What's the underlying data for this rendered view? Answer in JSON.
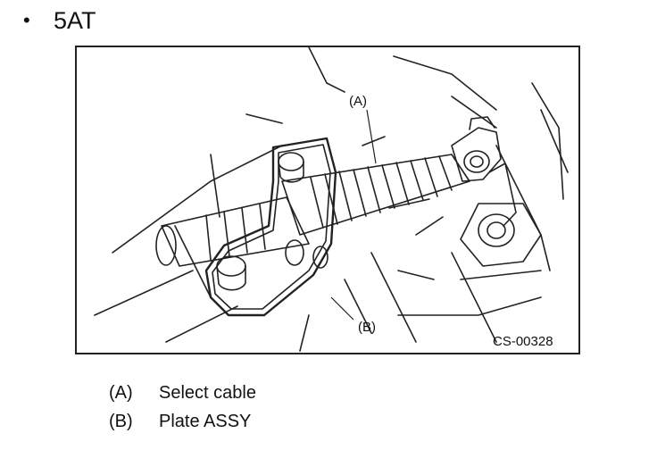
{
  "heading": {
    "bullet": "•",
    "text": "5AT"
  },
  "figure": {
    "callout_a": "(A)",
    "callout_b": "(B)",
    "figure_code": "CS-00328"
  },
  "legend": [
    {
      "key": "(A)",
      "text": "Select cable"
    },
    {
      "key": "(B)",
      "text": "Plate ASSY"
    }
  ]
}
